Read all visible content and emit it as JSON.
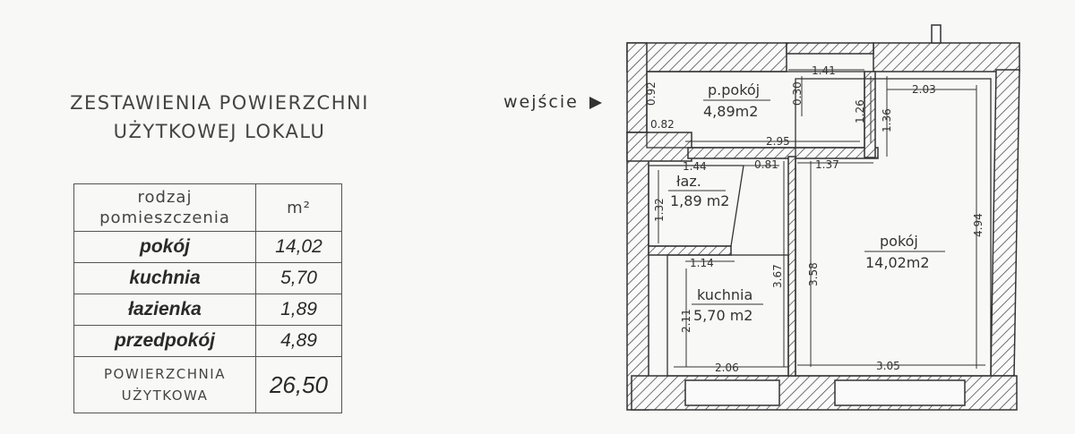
{
  "title": {
    "line1": "ZESTAWIENIA POWIERZCHNI",
    "line2": "UŻYTKOWEJ LOKALU"
  },
  "table": {
    "header": {
      "type_line1": "rodzaj",
      "type_line2": "pomieszczenia",
      "unit": "m²"
    },
    "rows": [
      {
        "name": "pokój",
        "value": "14,02"
      },
      {
        "name": "kuchnia",
        "value": "5,70"
      },
      {
        "name": "łazienka",
        "value": "1,89"
      },
      {
        "name": "przedpokój",
        "value": "4,89"
      }
    ],
    "total": {
      "label_line1": "POWIERZCHNIA",
      "label_line2": "UŻYTKOWA",
      "value": "26,50"
    }
  },
  "plan": {
    "entrance": "wejście",
    "rooms": {
      "hall": {
        "name": "p.pokój",
        "area": "4,89m2"
      },
      "bath": {
        "name": "łaz.",
        "area": "1,89 m2"
      },
      "kitchen": {
        "name": "kuchnia",
        "area": "5,70 m2"
      },
      "room": {
        "name": "pokój",
        "area": "14,02m2"
      }
    },
    "dims": {
      "d092": "0.92",
      "d082": "0.82",
      "d030": "0.30",
      "d141": "1.41",
      "d126": "1.26",
      "d136": "1.36",
      "d203": "2.03",
      "d295": "2.95",
      "d144": "1.44",
      "d081": "0.81",
      "d137": "1.37",
      "d132": "1.32",
      "d114": "1.14",
      "d367": "3.67",
      "d358": "3.58",
      "d494": "4.94",
      "d211": "2.11",
      "d206": "2.06",
      "d305": "3.05"
    }
  }
}
